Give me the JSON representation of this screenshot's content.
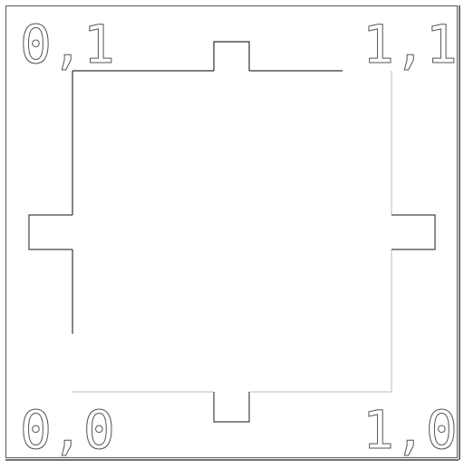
{
  "labels": {
    "top_left": "0,1",
    "top_right": "1,1",
    "bottom_left": "0,0",
    "bottom_right": "1,0"
  },
  "colors": {
    "background": "#ffffff",
    "outline": "#555555",
    "fill": "#ffffff"
  }
}
